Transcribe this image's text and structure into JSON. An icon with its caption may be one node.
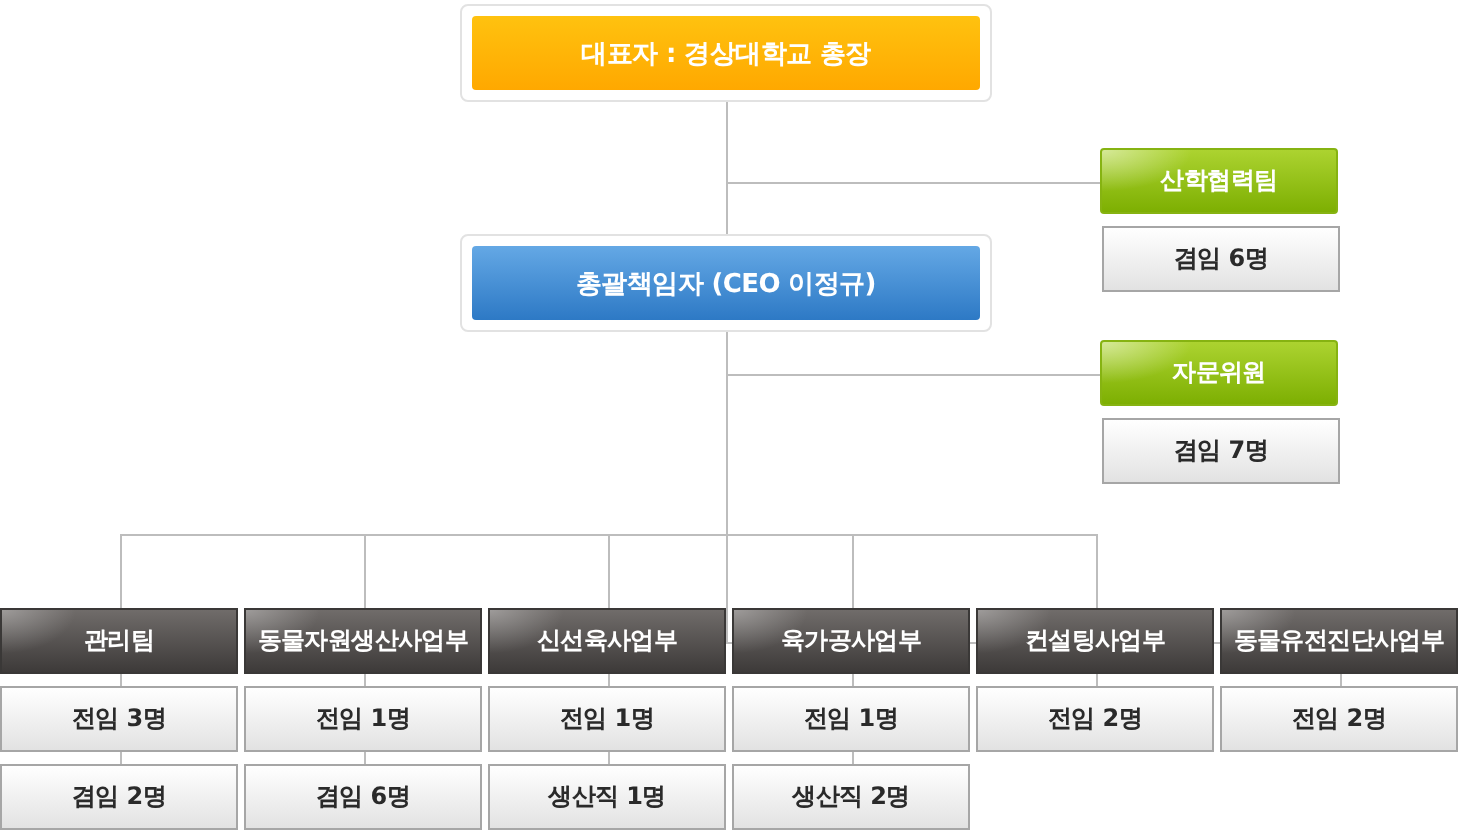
{
  "diagram": {
    "nodes": [
      {
        "text": [
          "대표자 : 경상대학교 총장"
        ]
      },
      {
        "text": [
          "총괄책임자 (CEO 이정규)"
        ]
      },
      {
        "text": [
          "산학협력팀"
        ]
      },
      {
        "text": [
          "겸임 6명"
        ]
      },
      {
        "text": [
          "자문위원"
        ]
      },
      {
        "text": [
          "겸임 7명"
        ]
      },
      {
        "text": [
          "관리팀"
        ]
      },
      {
        "text": [
          "동물자원생산사업부"
        ]
      },
      {
        "text": [
          "신선육사업부"
        ]
      },
      {
        "text": [
          "육가공사업부"
        ]
      },
      {
        "text": [
          "컨설팅사업부"
        ]
      },
      {
        "text": [
          "동물유전진단사업부"
        ]
      },
      {
        "text": [
          "전임 3명"
        ]
      },
      {
        "text": [
          "전임 1명"
        ]
      },
      {
        "text": [
          "전임 1명"
        ]
      },
      {
        "text": [
          "전임 1명"
        ]
      },
      {
        "text": [
          "전임 2명"
        ]
      },
      {
        "text": [
          "전임 2명"
        ]
      },
      {
        "text": [
          "겸임 2명"
        ]
      },
      {
        "text": [
          "겸임 6명"
        ]
      },
      {
        "text": [
          "생산직 1명"
        ]
      },
      {
        "text": [
          "생산직 2명"
        ]
      }
    ],
    "edges": [
      {
        "from": 0,
        "to": 1,
        "arrow": "none"
      },
      {
        "from": 0,
        "to": 2,
        "arrow": "none"
      },
      {
        "from": 1,
        "to": 4,
        "arrow": "none"
      },
      {
        "from": 1,
        "to": 6,
        "arrow": "none"
      },
      {
        "from": 1,
        "to": 7,
        "arrow": "none"
      },
      {
        "from": 1,
        "to": 8,
        "arrow": "none"
      },
      {
        "from": 1,
        "to": 9,
        "arrow": "none"
      },
      {
        "from": 1,
        "to": 10,
        "arrow": "none"
      },
      {
        "from": 1,
        "to": 11,
        "arrow": "none"
      },
      {
        "from": 6,
        "to": 12,
        "arrow": "none"
      },
      {
        "from": 7,
        "to": 13,
        "arrow": "none"
      },
      {
        "from": 8,
        "to": 14,
        "arrow": "none"
      },
      {
        "from": 9,
        "to": 15,
        "arrow": "none"
      },
      {
        "from": 10,
        "to": 16,
        "arrow": "none"
      },
      {
        "from": 11,
        "to": 17,
        "arrow": "none"
      },
      {
        "from": 12,
        "to": 18,
        "arrow": "none"
      },
      {
        "from": 13,
        "to": 19,
        "arrow": "none"
      },
      {
        "from": 14,
        "to": 20,
        "arrow": "none"
      },
      {
        "from": 15,
        "to": 21,
        "arrow": "none"
      }
    ]
  }
}
